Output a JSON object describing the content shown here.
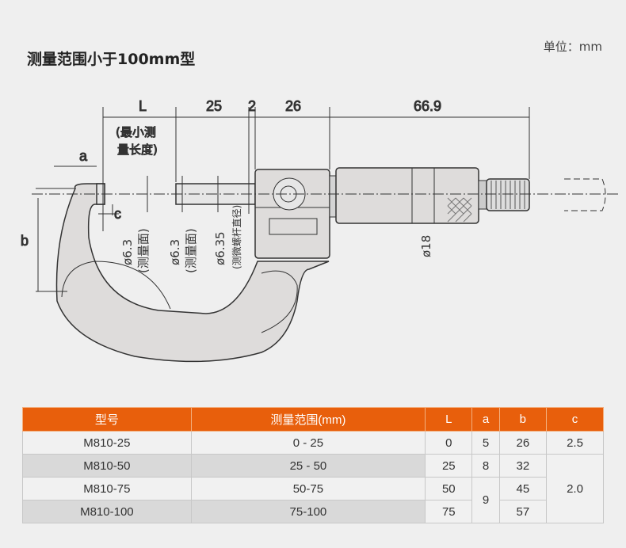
{
  "title": "测量范围小于100mm型",
  "unit": "单位：mm",
  "dims": {
    "L": "L",
    "d25": "25",
    "d2": "2",
    "d26": "26",
    "d669": "66.9",
    "a": "a",
    "b": "b",
    "c": "c",
    "min1": "(最小测",
    "min2": "量长度)",
    "phi1": "ø6.3",
    "face1": "(测量面)",
    "phi2": "ø6.3",
    "face2": "(测量面)",
    "phi3": "ø6.35",
    "spindle": "(测微螺杆直径)",
    "phi18": "ø18"
  },
  "table": {
    "headers": [
      "型号",
      "测量范围(mm)",
      "L",
      "a",
      "b",
      "c"
    ],
    "rows": [
      [
        "M810-25",
        "0 - 25",
        "0",
        "5",
        "26",
        "2.5"
      ],
      [
        "M810-50",
        "25 - 50",
        "25",
        "8",
        "32",
        "2.0"
      ],
      [
        "M810-75",
        "50-75",
        "50",
        "9",
        "45",
        ""
      ],
      [
        "M810-100",
        "75-100",
        "75",
        "",
        "57",
        ""
      ]
    ]
  },
  "colors": {
    "header": "#e85f0c"
  }
}
